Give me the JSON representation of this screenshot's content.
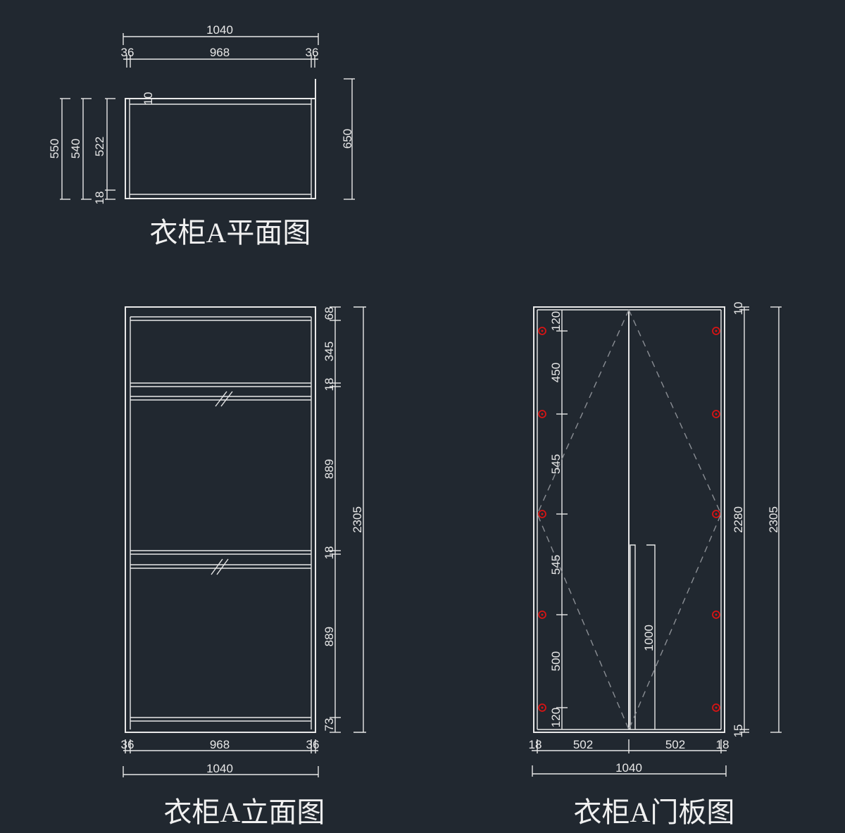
{
  "plan_view": {
    "title": "衣柜A平面图",
    "dims": {
      "overall_width": "1040",
      "left_panel": "36",
      "inner_width": "968",
      "right_panel": "36",
      "depth_550": "550",
      "depth_540": "540",
      "depth_522": "522",
      "back_18": "18",
      "top_10": "10",
      "side_650": "650"
    }
  },
  "elevation_view": {
    "title": "衣柜A立面图",
    "dims": {
      "top_68": "68",
      "shelf_345": "345",
      "board_18_top": "18",
      "space_889_top": "889",
      "board_18_mid": "18",
      "space_889_bottom": "889",
      "base_73": "73",
      "overall_height": "2305",
      "left_36": "36",
      "inner_968": "968",
      "right_36": "36",
      "overall_width": "1040"
    }
  },
  "door_view": {
    "title": "衣柜A门板图",
    "dims": {
      "hinge_120_top": "120",
      "hinge_450": "450",
      "hinge_545_a": "545",
      "hinge_545_b": "545",
      "hinge_500": "500",
      "hinge_120_bottom": "120",
      "handle_1000": "1000",
      "top_gap_10": "10",
      "door_height_2280": "2280",
      "bottom_gap_15": "15",
      "overall_height": "2305",
      "left_18": "18",
      "door_502_left": "502",
      "door_502_right": "502",
      "right_18": "18",
      "overall_width": "1040"
    }
  },
  "colors": {
    "background": "#212830",
    "line": "#e8e8e8",
    "hinge": "#d81414",
    "dashed": "#8a8e94"
  }
}
